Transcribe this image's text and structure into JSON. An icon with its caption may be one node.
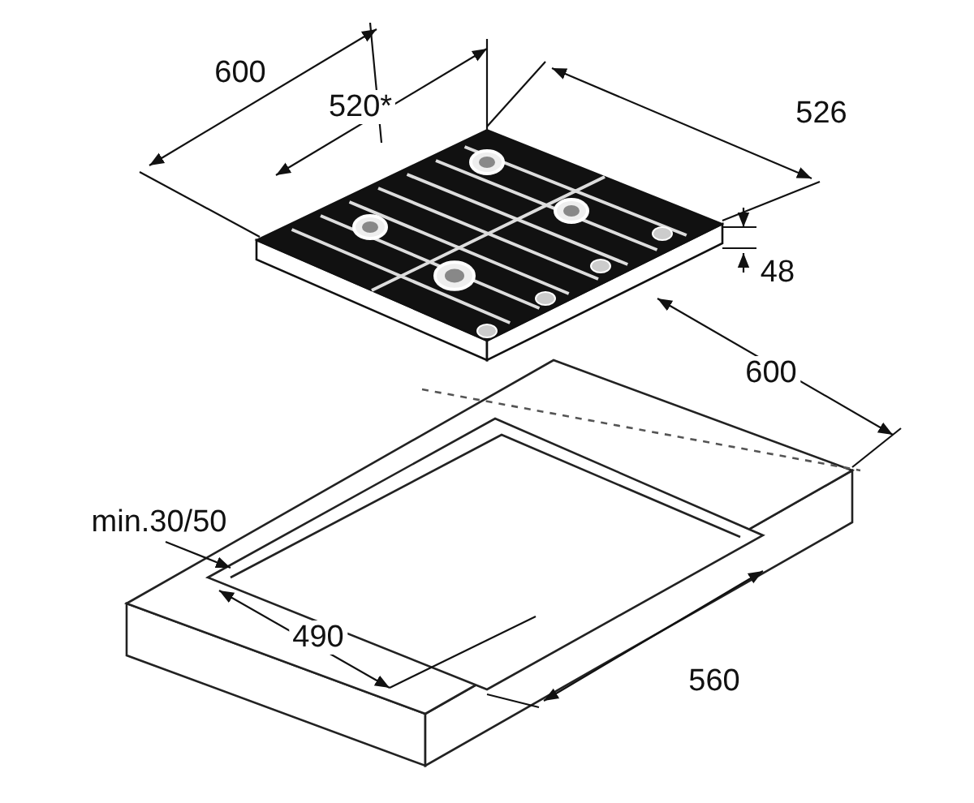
{
  "diagram": {
    "labels": [
      "600",
      "520*",
      "526",
      "48",
      "600",
      "min.30/50",
      "490",
      "560"
    ]
  }
}
